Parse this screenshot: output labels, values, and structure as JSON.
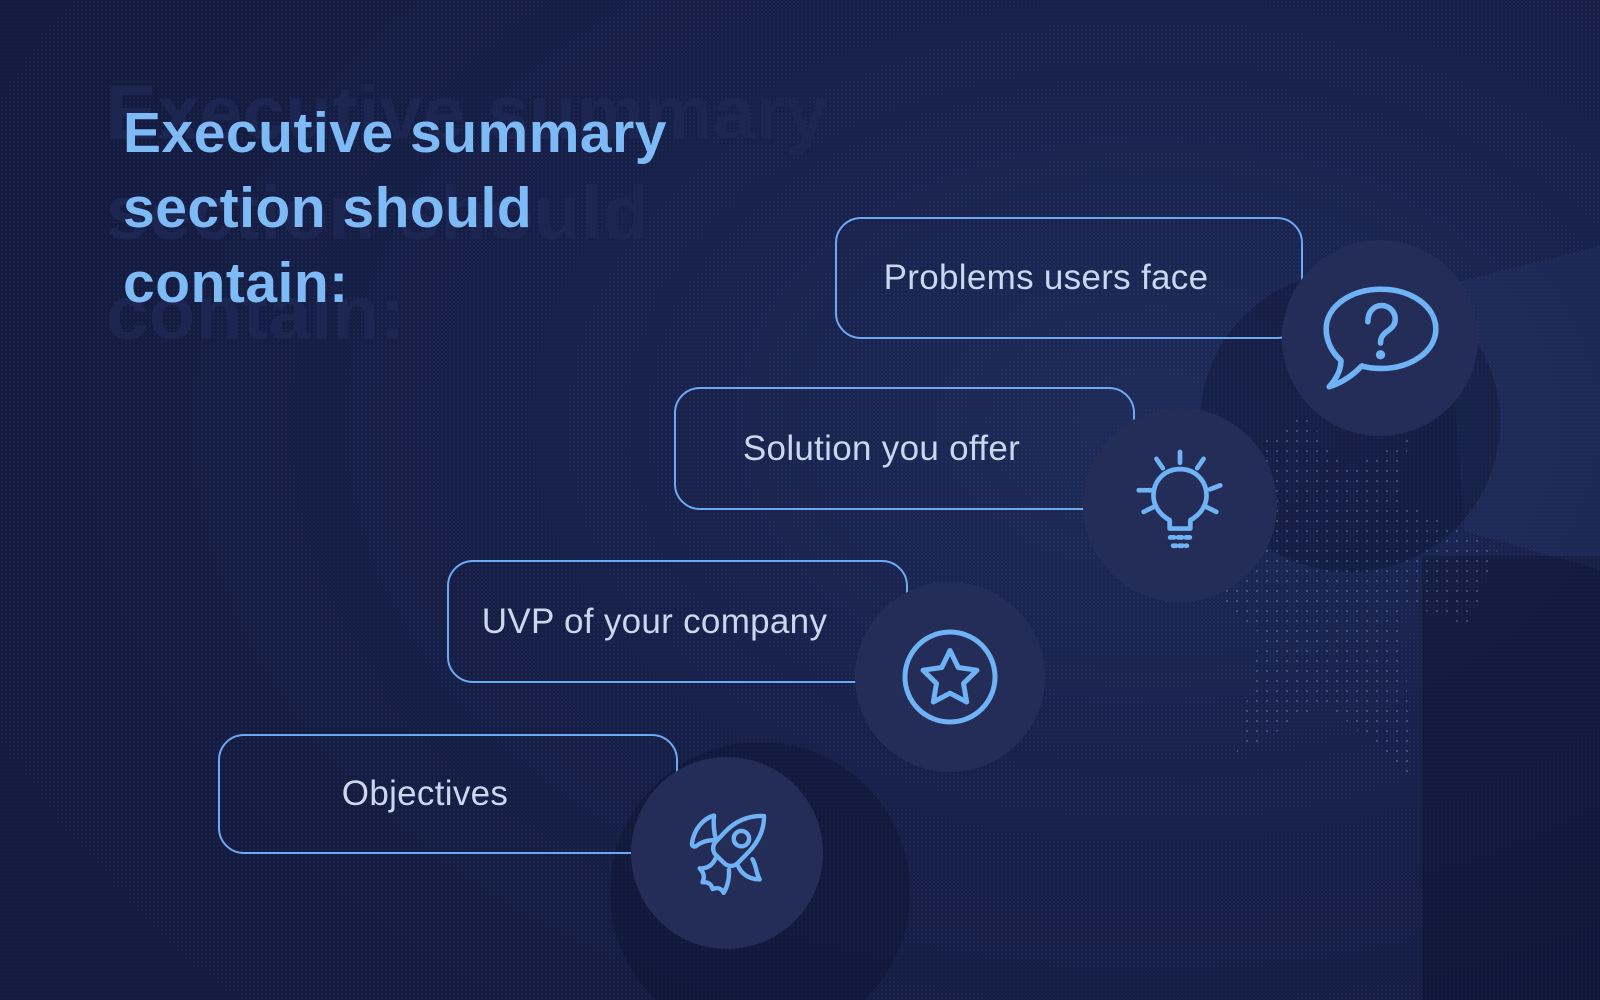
{
  "slide": {
    "title_lines": [
      "Executive summary",
      "section should",
      "contain:"
    ],
    "title_full": "Executive summary section should contain:"
  },
  "items": [
    {
      "label": "Problems users face",
      "icon": "question-bubble-icon"
    },
    {
      "label": "Solution you offer",
      "icon": "lightbulb-icon"
    },
    {
      "label": "UVP of your company",
      "icon": "star-badge-icon"
    },
    {
      "label": "Objectives",
      "icon": "rocket-icon"
    }
  ],
  "colors": {
    "background": "#141c40",
    "title_text": "#7dbaf6",
    "title_echo": "#1c2650",
    "box_border": "#6ca9f2",
    "box_label": "#cbd7ee",
    "circle_fill": "#242d58",
    "icon_stroke": "#6fb2f6"
  }
}
